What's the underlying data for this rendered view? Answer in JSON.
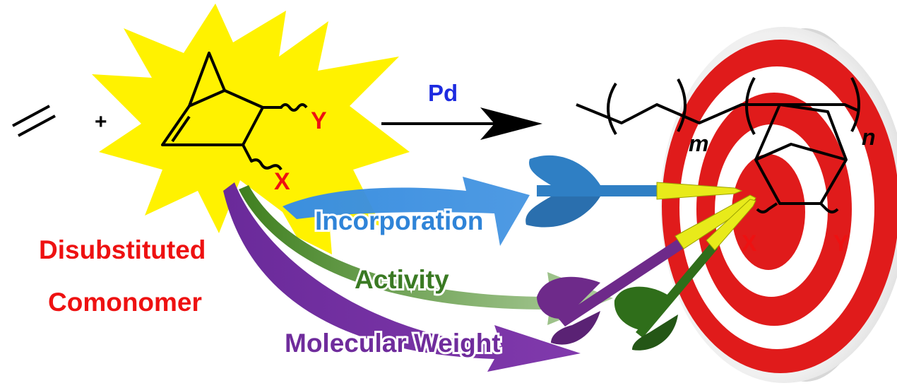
{
  "reaction": {
    "plus": "+",
    "catalyst": "Pd",
    "substituent_y": "Y",
    "substituent_x": "X",
    "subscript_m": "m",
    "subscript_n": "n"
  },
  "comonomer_label": {
    "line1": "Disubstituted",
    "line2": "Comonomer"
  },
  "arrows": [
    {
      "label": "Incorporation",
      "color": "#3b8fe0",
      "text_color": "#2f84d8"
    },
    {
      "label": "Activity",
      "color": "#3f7f1f",
      "text_color": "#3a7a23"
    },
    {
      "label": "Molecular Weight",
      "color": "#7a2fa8",
      "text_color": "#6f2c9c"
    }
  ],
  "colors": {
    "red_label": "#ee1111",
    "catalyst_blue": "#1d2be0",
    "starburst": "#fff200",
    "target_red": "#e01b1b",
    "dart_yellow": "#e8ea1a",
    "dart_blue": "#2f7fc4",
    "dart_purple": "#6e2a8a",
    "dart_green": "#2f6e1a"
  },
  "icons": [
    "starburst-icon",
    "target-icon",
    "dart-icon"
  ]
}
